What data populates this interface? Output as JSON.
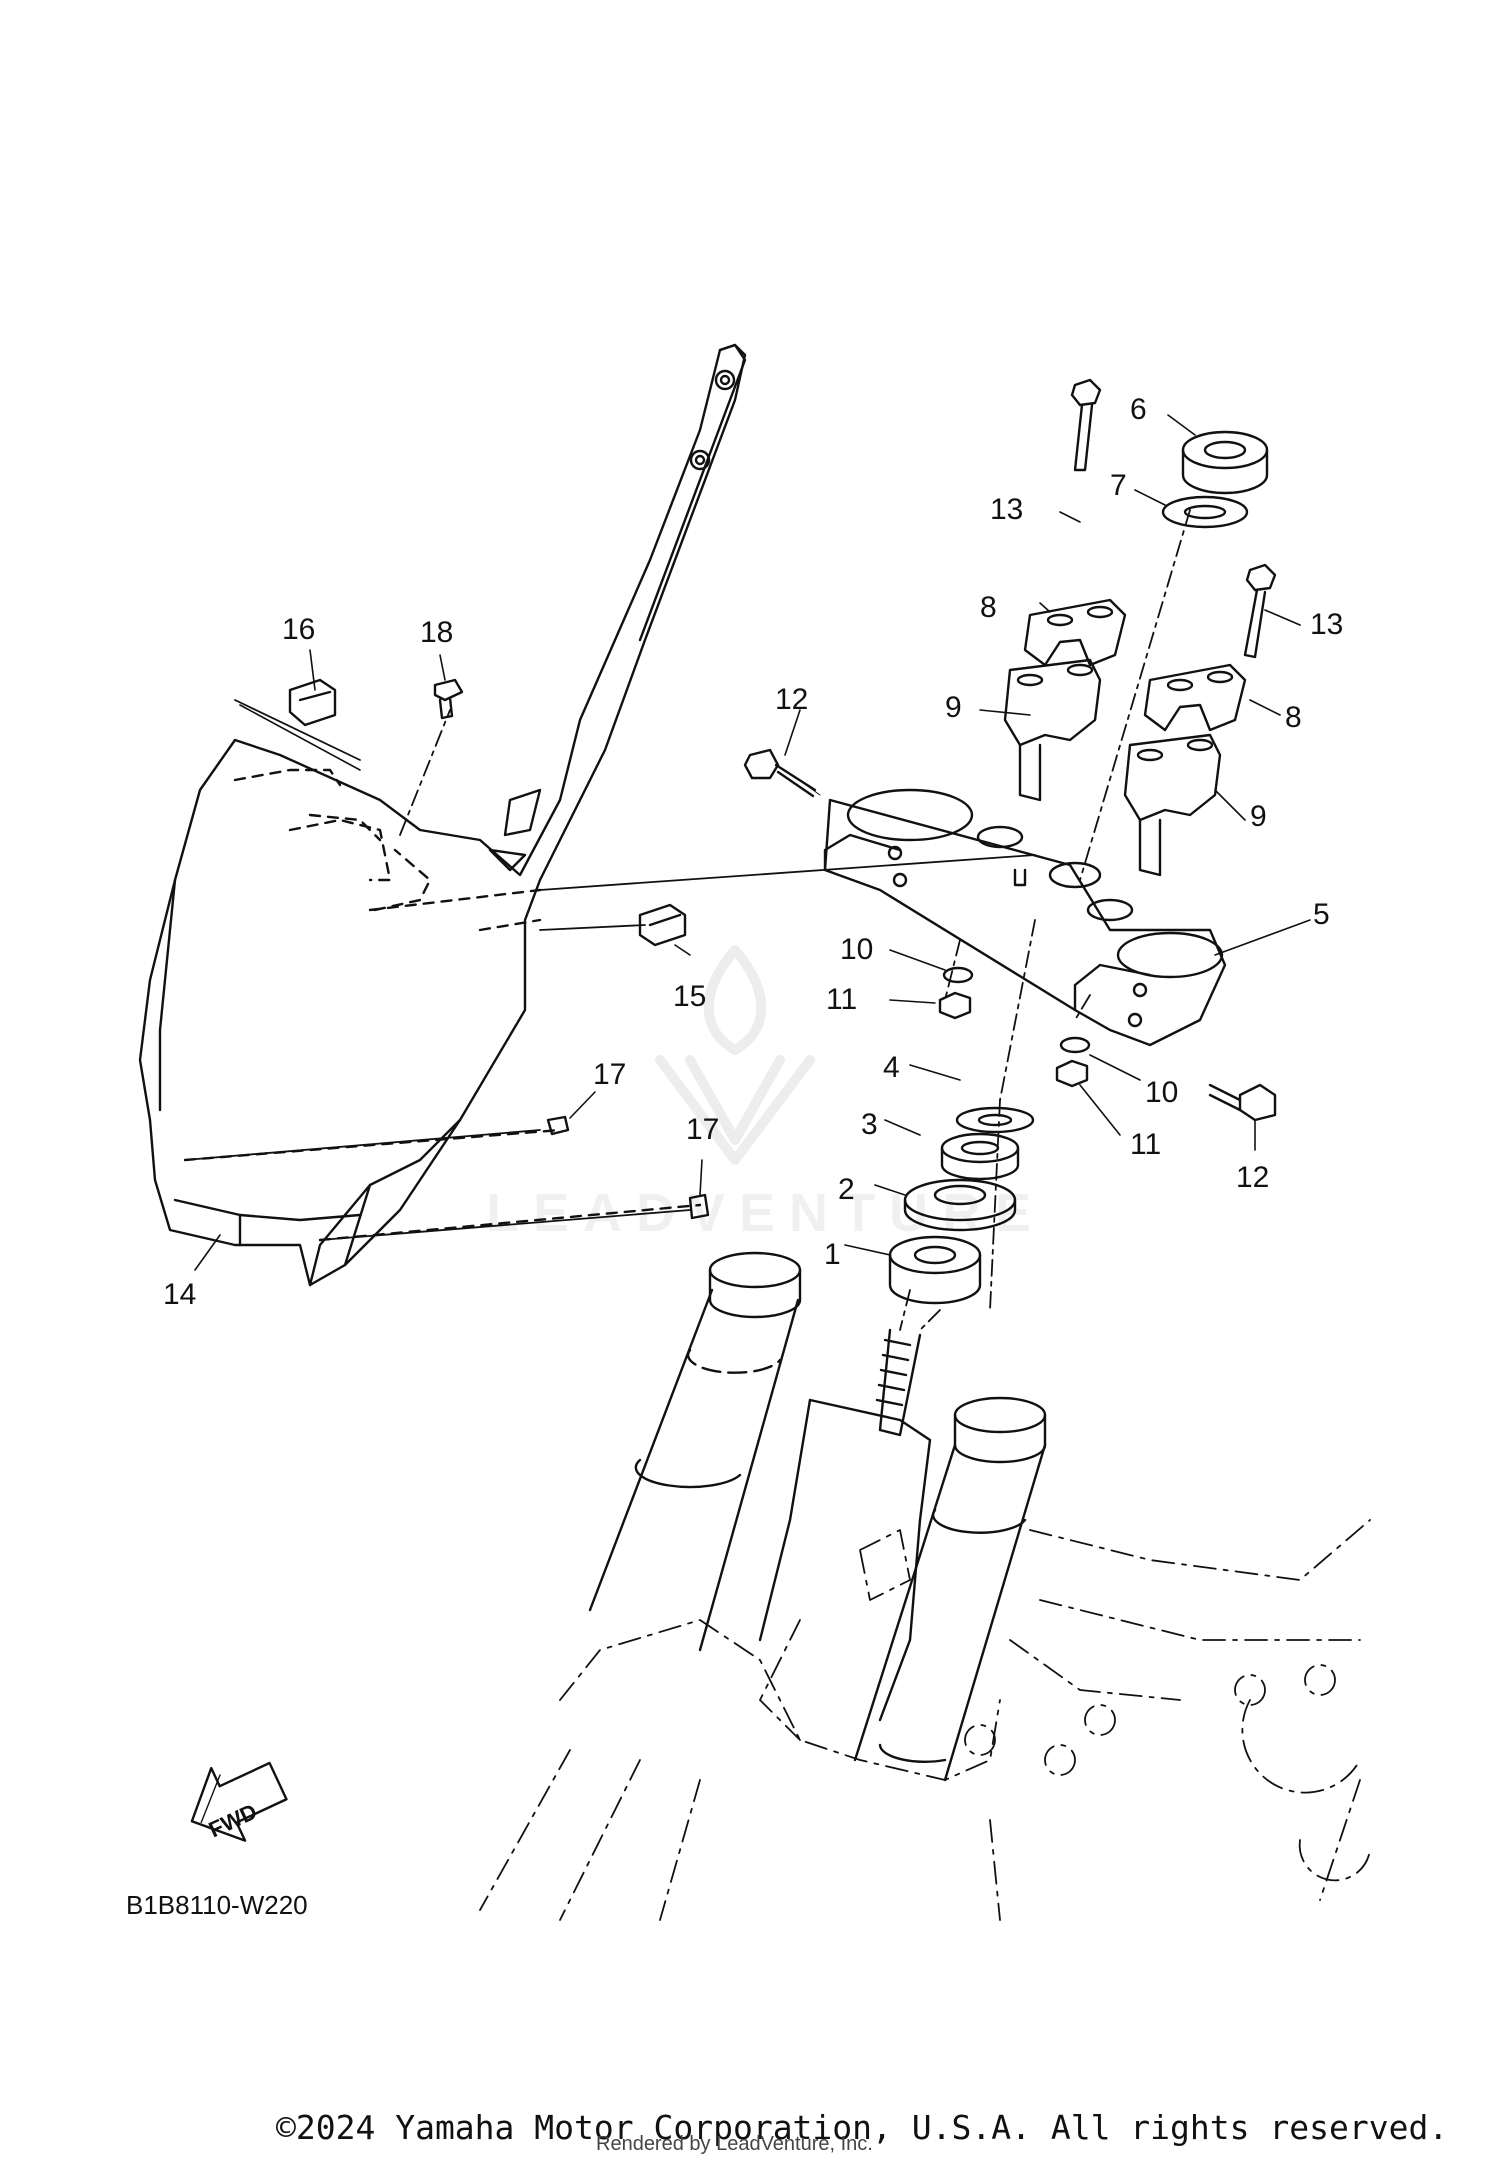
{
  "diagram": {
    "code": "B1B8110-W220",
    "fwd_label": "FWD",
    "callouts": [
      {
        "id": "c1",
        "label": "1"
      },
      {
        "id": "c2",
        "label": "2"
      },
      {
        "id": "c3",
        "label": "3"
      },
      {
        "id": "c4",
        "label": "4"
      },
      {
        "id": "c5",
        "label": "5"
      },
      {
        "id": "c6",
        "label": "6"
      },
      {
        "id": "c7",
        "label": "7"
      },
      {
        "id": "c8a",
        "label": "8"
      },
      {
        "id": "c8b",
        "label": "8"
      },
      {
        "id": "c9a",
        "label": "9"
      },
      {
        "id": "c9b",
        "label": "9"
      },
      {
        "id": "c10a",
        "label": "10"
      },
      {
        "id": "c10b",
        "label": "10"
      },
      {
        "id": "c11a",
        "label": "11"
      },
      {
        "id": "c11b",
        "label": "11"
      },
      {
        "id": "c12a",
        "label": "12"
      },
      {
        "id": "c12b",
        "label": "12"
      },
      {
        "id": "c13a",
        "label": "13"
      },
      {
        "id": "c13b",
        "label": "13"
      },
      {
        "id": "c14",
        "label": "14"
      },
      {
        "id": "c15",
        "label": "15"
      },
      {
        "id": "c16",
        "label": "16"
      },
      {
        "id": "c17a",
        "label": "17"
      },
      {
        "id": "c17b",
        "label": "17"
      },
      {
        "id": "c18",
        "label": "18"
      }
    ]
  },
  "watermark": {
    "text": "LEADVENTURE"
  },
  "footer": {
    "copyright": "©2024 Yamaha Motor Corporation, U.S.A. All rights reserved.",
    "rendered_by": "Rendered by LeadVenture, Inc."
  },
  "colors": {
    "line": "#111111",
    "background": "#ffffff"
  }
}
